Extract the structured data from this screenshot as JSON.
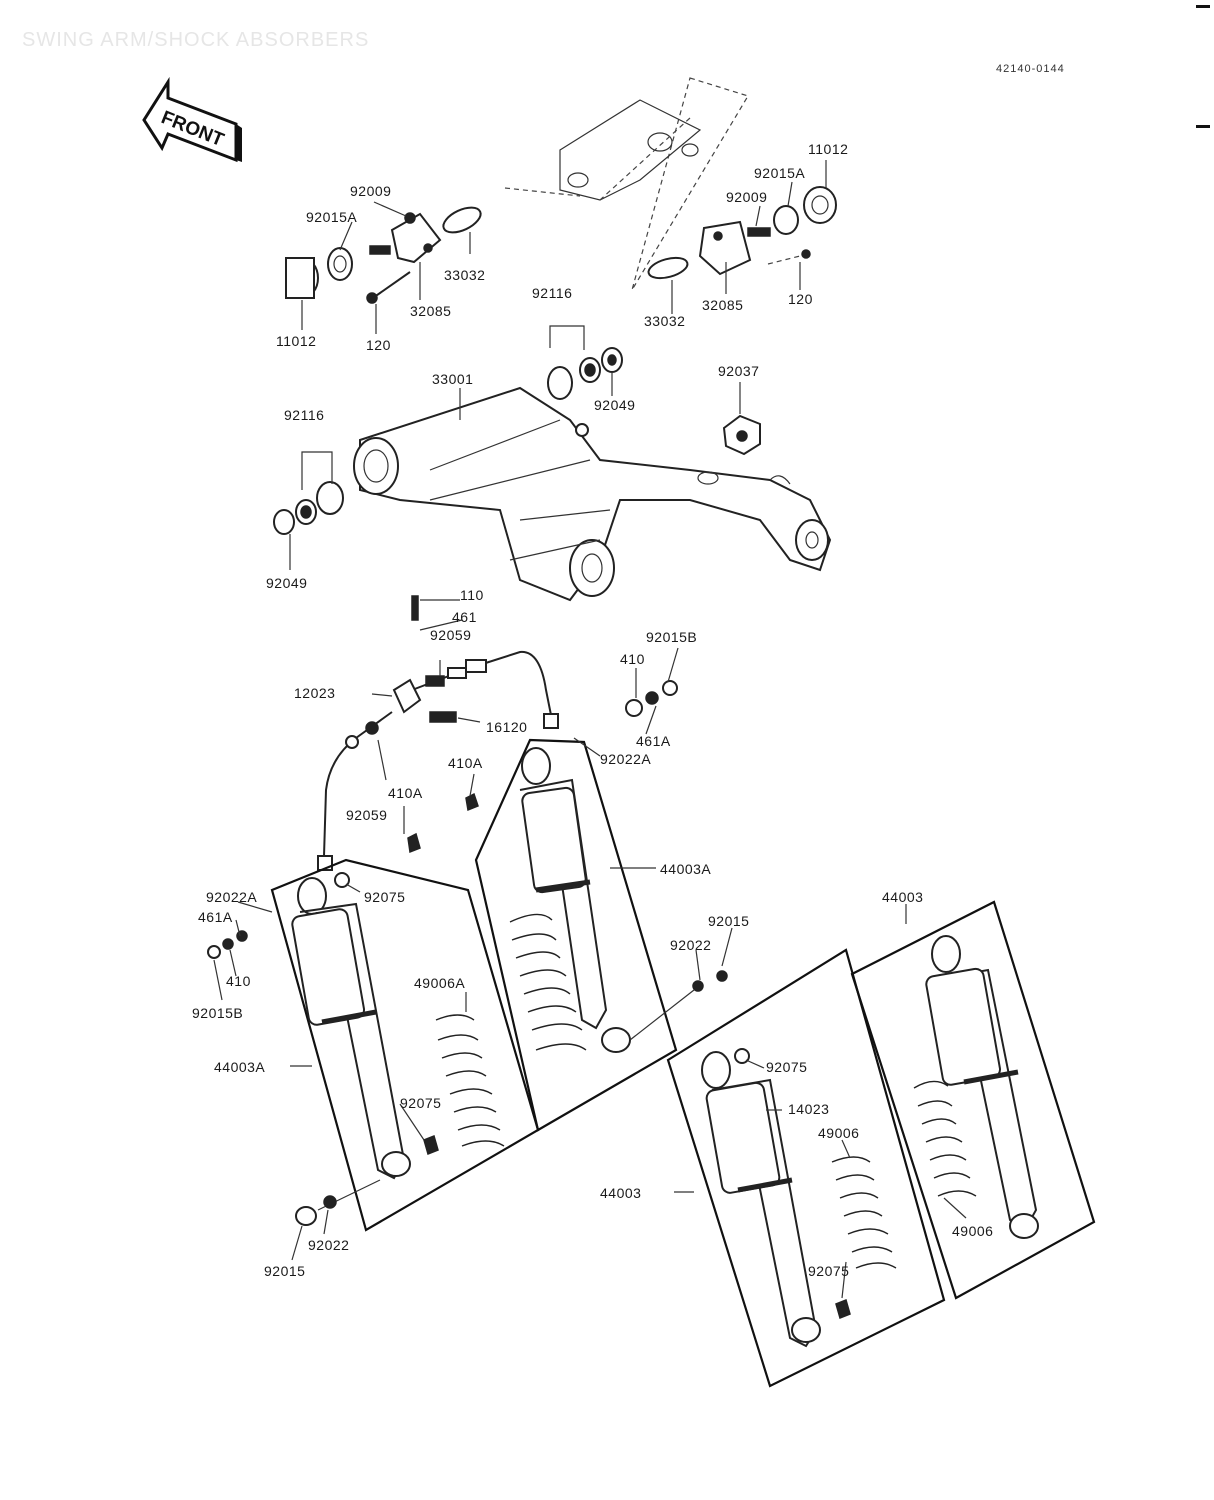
{
  "title": "SWING ARM/SHOCK ABSORBERS",
  "figure_code": "42140-0144",
  "front_label": "FRONT",
  "labels": {
    "p92009_l": "92009",
    "p92015a_l": "92015A",
    "p33032_l": "33032",
    "p32085_l": "32085",
    "p11012_l": "11012",
    "p120_l": "120",
    "p11012_r": "11012",
    "p92015a_r": "92015A",
    "p92009_r": "92009",
    "p33032_r": "33032",
    "p32085_r": "32085",
    "p120_r": "120",
    "p92116_t": "92116",
    "p33001": "33001",
    "p92049_t": "92049",
    "p92037": "92037",
    "p92116_l": "92116",
    "p92049_l": "92049",
    "p110": "110",
    "p461": "461",
    "p92059_t": "92059",
    "p92015b_t": "92015B",
    "p410_t": "410",
    "p12023": "12023",
    "p16120": "16120",
    "p461a_t": "461A",
    "p92022a_t": "92022A",
    "p410a_1": "410A",
    "p410a_2": "410A",
    "p92059_b": "92059",
    "p44003a_r": "44003A",
    "p92022a_l": "92022A",
    "p461a_l": "461A",
    "p92075_l": "92075",
    "p410_l": "410",
    "p92015b_l": "92015B",
    "p49006a": "49006A",
    "p44003a_l": "44003A",
    "p92075_m": "92075",
    "p92015_r": "92015",
    "p92022_r": "92022",
    "p44003_t": "44003",
    "p92075_b": "92075",
    "p14023": "14023",
    "p49006_m": "49006",
    "p44003_b": "44003",
    "p92075_bb": "92075",
    "p49006_r": "49006",
    "p92022_b": "92022",
    "p92015_b": "92015"
  }
}
